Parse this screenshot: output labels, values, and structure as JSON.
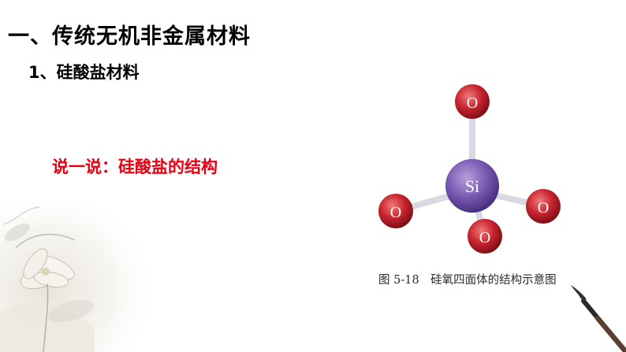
{
  "slide": {
    "title": "一、传统无机非金属材料",
    "subtitle": "1、硅酸盐材料",
    "prompt": "说一说：硅酸盐的结构",
    "prompt_color": "#e60012"
  },
  "figure": {
    "center_atom": "Si",
    "outer_atoms": [
      "O",
      "O",
      "O",
      "O"
    ],
    "caption": "图 5-18　硅氧四面体的结构示意图",
    "colors": {
      "silicon": "#7b5bb3",
      "oxygen": "#c8242e",
      "bond": "#d7d9e3"
    }
  }
}
